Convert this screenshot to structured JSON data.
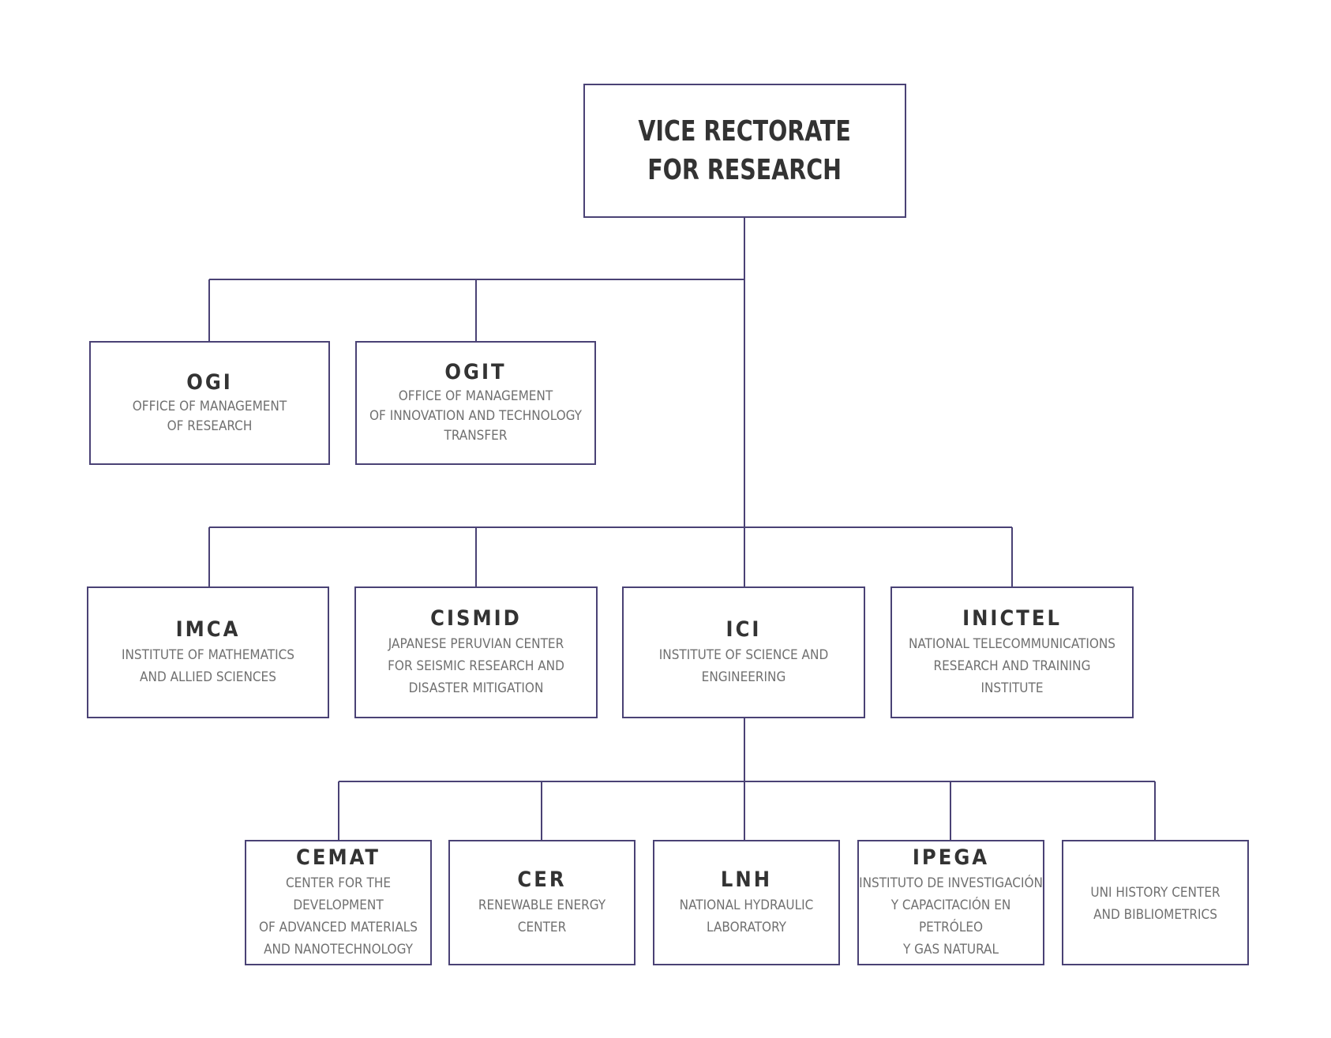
{
  "colors": {
    "border": "#4a4275",
    "connector": "#4a4275",
    "title": "#333333",
    "description": "#707070"
  },
  "root": {
    "title": "VICE RECTORATE\nFOR RESEARCH"
  },
  "offices": [
    {
      "id": "ogi",
      "title": "OGI",
      "description": "OFFICE OF MANAGEMENT\nOF RESEARCH"
    },
    {
      "id": "ogit",
      "title": "OGIT",
      "description": "OFFICE OF MANAGEMENT\nOF INNOVATION AND TECHNOLOGY\nTRANSFER"
    }
  ],
  "institutes": [
    {
      "id": "imca",
      "title": "IMCA",
      "description": "INSTITUTE OF MATHEMATICS\nAND ALLIED SCIENCES"
    },
    {
      "id": "cismid",
      "title": "CISMID",
      "description": "JAPANESE PERUVIAN CENTER\nFOR SEISMIC RESEARCH AND\nDISASTER MITIGATION"
    },
    {
      "id": "ici",
      "title": "ICI",
      "description": "INSTITUTE OF SCIENCE AND\nENGINEERING"
    },
    {
      "id": "inictel",
      "title": "INICTEL",
      "description": "NATIONAL TELECOMMUNICATIONS\nRESEARCH AND TRAINING\nINSTITUTE"
    }
  ],
  "centers": [
    {
      "id": "cemat",
      "title": "CEMAT",
      "description": "CENTER FOR THE DEVELOPMENT\nOF ADVANCED MATERIALS\nAND NANOTECHNOLOGY"
    },
    {
      "id": "cer",
      "title": "CER",
      "description": "RENEWABLE ENERGY\nCENTER"
    },
    {
      "id": "lnh",
      "title": "LNH",
      "description": "NATIONAL HYDRAULIC\nLABORATORY"
    },
    {
      "id": "ipega",
      "title": "IPEGA",
      "description": "INSTITUTO DE INVESTIGACIÓN\nY CAPACITACIÓN EN PETRÓLEO\nY GAS NATURAL"
    },
    {
      "id": "uni-history",
      "title": "",
      "description": "UNI HISTORY CENTER\nAND BIBLIOMETRICS"
    }
  ]
}
